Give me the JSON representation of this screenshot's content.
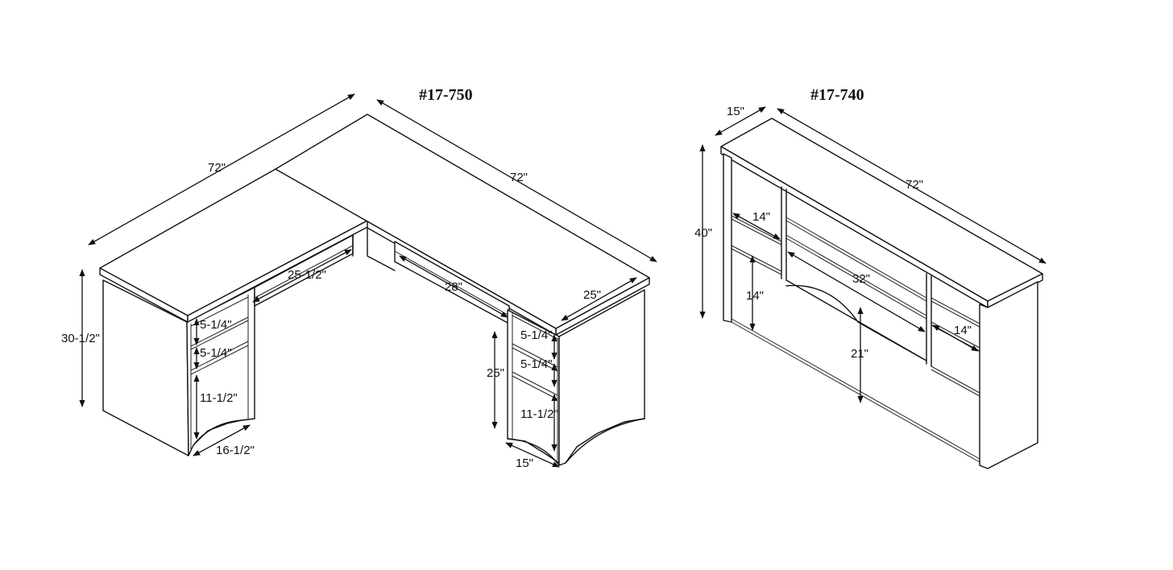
{
  "desk": {
    "model": "#17-750",
    "dims": {
      "top_left_width": "72\"",
      "top_right_width": "72\"",
      "height": "30-1/2\"",
      "depth_right": "25\"",
      "kneehole_left": "25-1/2\"",
      "kneehole_right": "28\"",
      "left_shelf_1": "5-1/4\"",
      "left_shelf_2": "5-1/4\"",
      "left_shelf_3": "11-1/2\"",
      "left_base_width": "16-1/2\"",
      "right_shelf_1": "5-1/4\"",
      "right_shelf_2": "5-1/4\"",
      "right_shelf_3": "11-1/2\"",
      "right_inner_height": "25\"",
      "right_base_width": "15\""
    }
  },
  "hutch": {
    "model": "#17-740",
    "dims": {
      "depth": "15\"",
      "width": "72\"",
      "height": "40\"",
      "left_cubby_width": "14\"",
      "left_cubby_height": "14\"",
      "center_width": "32\"",
      "center_clearance": "21\"",
      "right_cubby_width": "14\""
    }
  }
}
